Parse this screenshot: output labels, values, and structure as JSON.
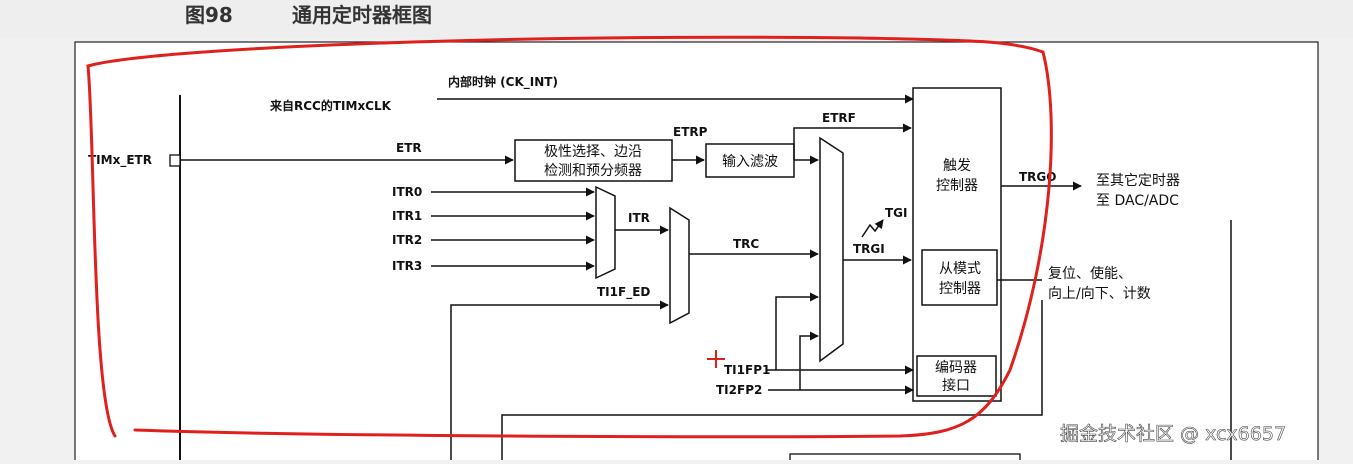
{
  "figure": {
    "number": "图98",
    "title": "通用定时器框图"
  },
  "diagram": {
    "sources": {
      "timx_etr": "TIMx_ETR",
      "rcc_clk": "来自RCC的TIMxCLK",
      "ck_int": "内部时钟 (CK_INT)",
      "etr": "ETR",
      "etrp": "ETRP",
      "etrf": "ETRF",
      "itr0": "ITR0",
      "itr1": "ITR1",
      "itr2": "ITR2",
      "itr3": "ITR3",
      "itr": "ITR",
      "trc": "TRC",
      "ti1f_ed": "TI1F_ED",
      "ti1fp1": "TI1FP1",
      "ti2fp2": "TI2FP2",
      "tgi": "TGI",
      "trgi": "TRGI",
      "trgo": "TRGO"
    },
    "blocks": {
      "polarity_line1": "极性选择、边沿",
      "polarity_line2": "检测和预分频器",
      "input_filter": "输入滤波",
      "trigger_line1": "触发",
      "trigger_line2": "控制器",
      "slave_line1": "从模式",
      "slave_line2": "控制器",
      "encoder_line1": "编码器",
      "encoder_line2": "接口"
    },
    "outputs": {
      "to_timer_line1": "至其它定时器",
      "to_timer_line2": "至 DAC/ADC",
      "reset_line1": "复位、使能、",
      "reset_line2": "向上/向下、计数"
    }
  },
  "watermark": "掘金技术社区 @ xcx6657",
  "colors": {
    "annotation": "#e0201c",
    "ink": "#111111",
    "panel": "#ffffff"
  }
}
